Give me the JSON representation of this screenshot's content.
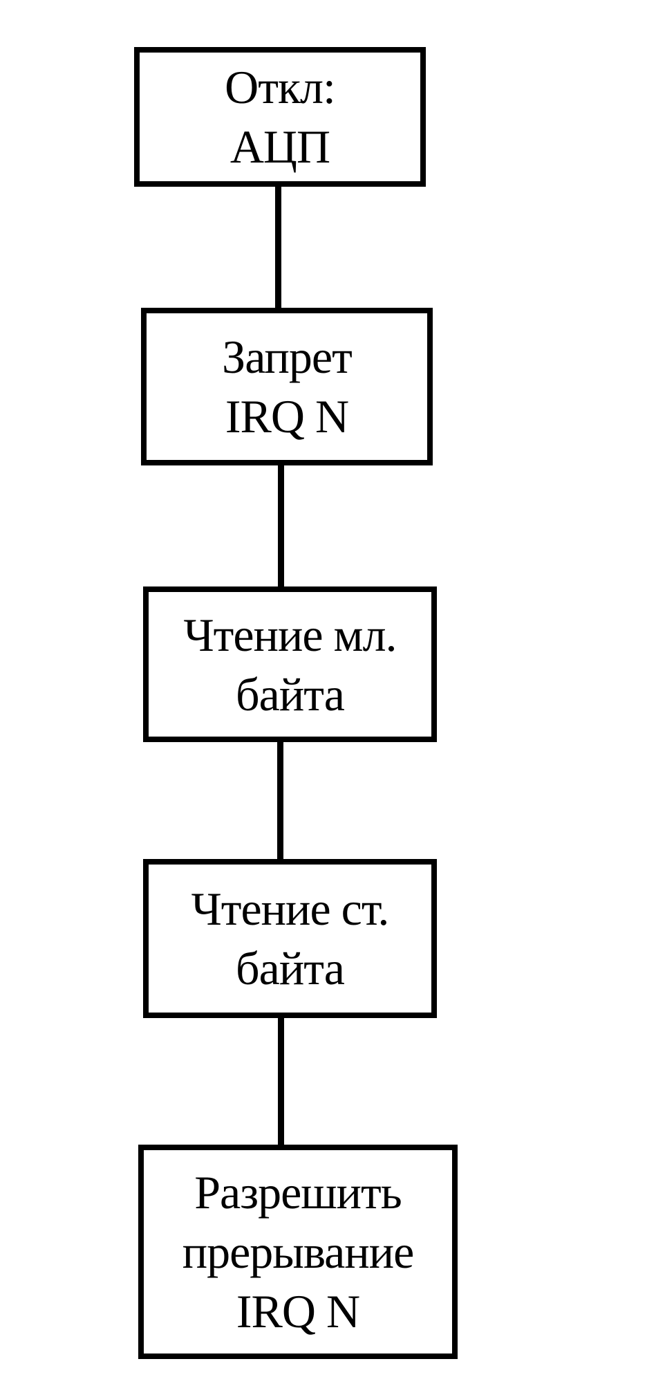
{
  "flowchart": {
    "steps": [
      {
        "lines": [
          "Откл:",
          "АЦП"
        ]
      },
      {
        "lines": [
          "Запрет",
          "IRQ N"
        ]
      },
      {
        "lines": [
          "Чтение мл.",
          "байта"
        ]
      },
      {
        "lines": [
          "Чтение ст.",
          "байта"
        ]
      },
      {
        "lines": [
          "Разрешить",
          "прерывание",
          "IRQ N"
        ]
      }
    ]
  },
  "colors": {
    "stroke": "#000000",
    "background": "#ffffff"
  }
}
